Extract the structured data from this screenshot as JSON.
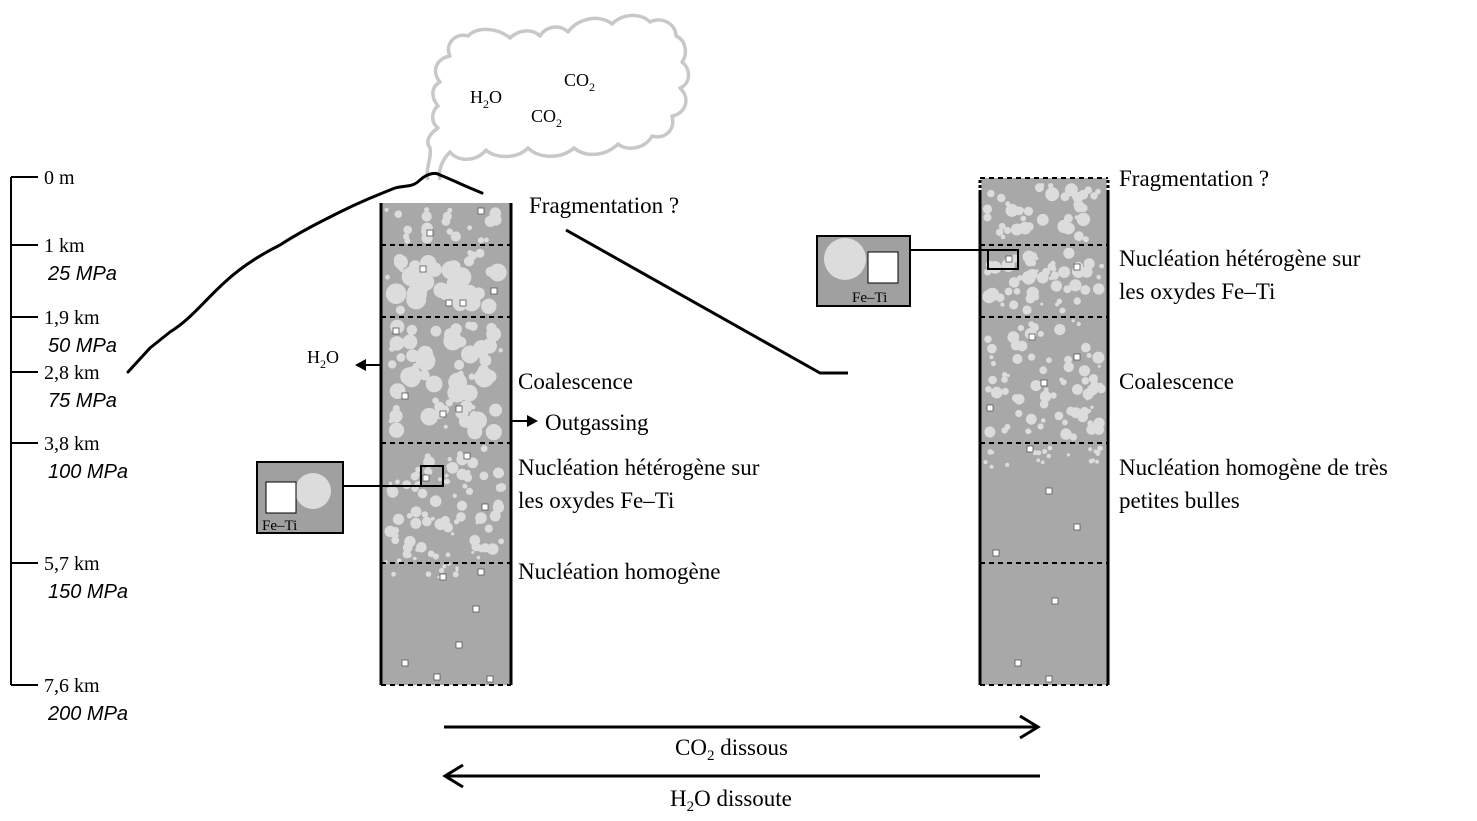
{
  "depth_scale": [
    {
      "depth": "0 m",
      "pressure": ""
    },
    {
      "depth": "1 km",
      "pressure": "25 MPa"
    },
    {
      "depth": "1,9 km",
      "pressure": "50 MPa"
    },
    {
      "depth": "2,8 km",
      "pressure": "75 MPa"
    },
    {
      "depth": "3,8 km",
      "pressure": "100 MPa"
    },
    {
      "depth": "5,7 km",
      "pressure": "150 MPa"
    },
    {
      "depth": "7,6 km",
      "pressure": "200 MPa"
    }
  ],
  "plume": {
    "h2o_main": "H",
    "h2o_sub": "2",
    "h2o_tail": "O",
    "co2a_main": "CO",
    "co2a_sub": "2",
    "co2b_main": "CO",
    "co2b_sub": "2"
  },
  "left_column": {
    "fragmentation": "Fragmentation ?",
    "h2o_main": "H",
    "h2o_sub": "2",
    "h2o_tail": "O",
    "coalescence": "Coalescence",
    "outgassing": "Outgassing",
    "hetero_line1": "Nucléation hétérogène sur",
    "hetero_line2": "les oxydes Fe–Ti",
    "homogene": "Nucléation homogène",
    "inset_label": "Fe–Ti"
  },
  "right_column": {
    "fragmentation": "Fragmentation ?",
    "hetero_line1": "Nucléation hétérogène sur",
    "hetero_line2": "les oxydes Fe–Ti",
    "coalescence": "Coalescence",
    "homo_line1": "Nucléation homogène de très",
    "homo_line2": "petites bulles",
    "inset_label": "Fe–Ti"
  },
  "arrows": {
    "co2_main": "CO",
    "co2_sub": "2",
    "co2_tail": " dissous",
    "h2o_main": "H",
    "h2o_sub": "2",
    "h2o_tail": "O dissoute"
  },
  "colors": {
    "magma": "#a8a8a8",
    "bubble": "#dcdcdc",
    "inset_bg": "#a0a0a0",
    "plume_outline": "#c8c8c8",
    "line": "#000000"
  }
}
